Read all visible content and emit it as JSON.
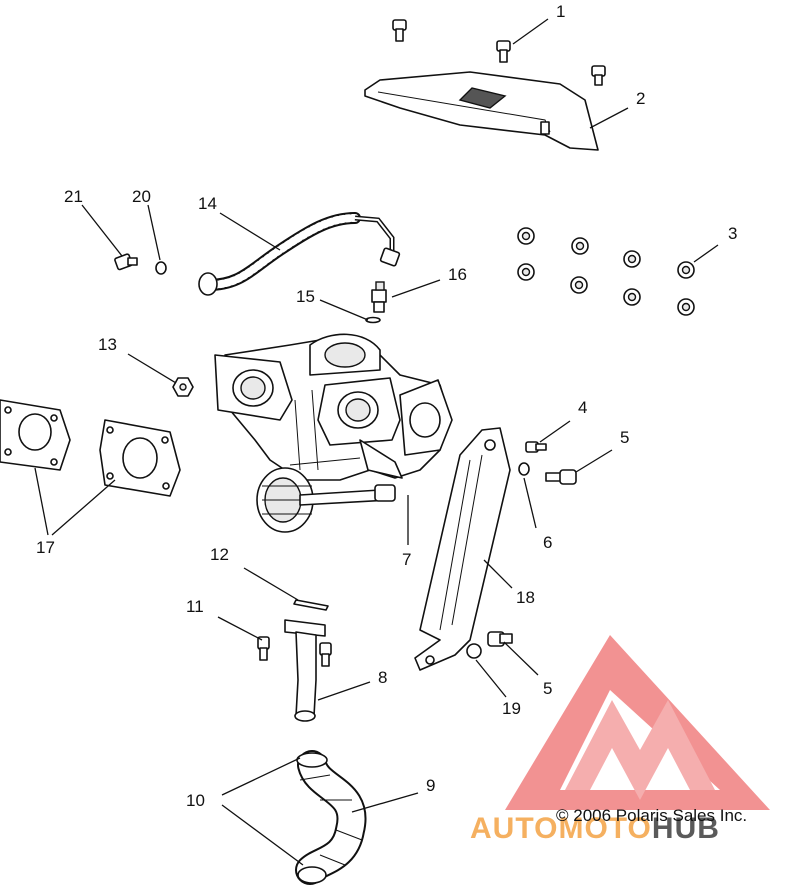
{
  "part_numbers": [
    "1",
    "2",
    "3",
    "4",
    "5",
    "6",
    "7",
    "8",
    "9",
    "10",
    "11",
    "12",
    "13",
    "14",
    "15",
    "16",
    "17",
    "18",
    "19",
    "20",
    "21",
    "5"
  ],
  "copyright": "© 2006 Polaris Sales Inc.",
  "watermark": {
    "part1": "AUTO",
    "part2": "MOTO",
    "part3": "HUB",
    "color_primary": "#f08080",
    "color_secondary": "#f5b060",
    "color_dark": "#5a5a5a"
  }
}
